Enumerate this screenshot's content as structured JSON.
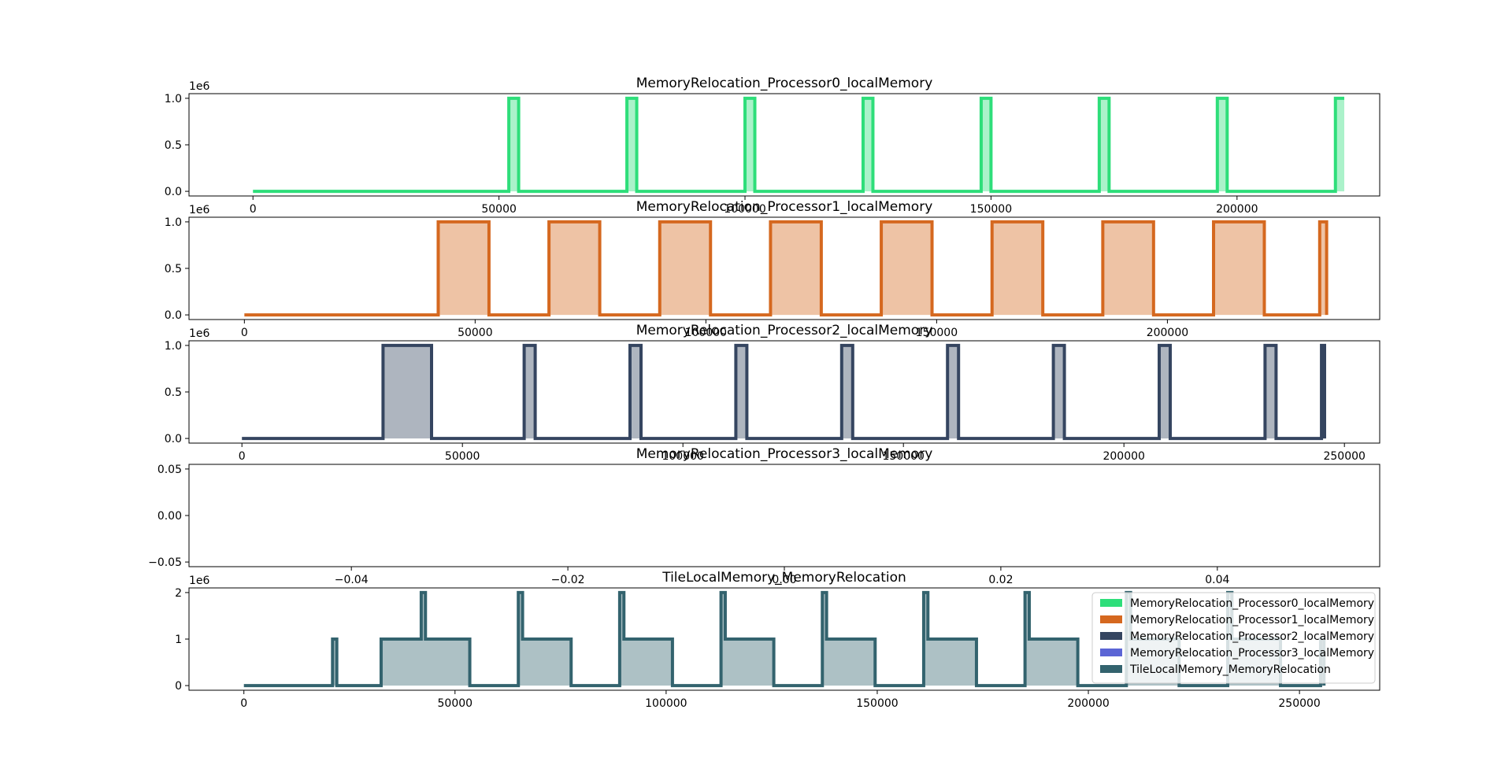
{
  "colors": {
    "p0": "#2ede7a",
    "p1": "#d5681f",
    "p2": "#354560",
    "p3": "#5b65d5",
    "tile": "#33636e"
  },
  "chart_data": [
    {
      "type": "area",
      "title": "MemoryRelocation_Processor0_localMemory",
      "offset_label": "1e6",
      "color": "#2ede7a",
      "xlim": [
        -13000,
        229000
      ],
      "ylim": [
        -0.05,
        1.05
      ],
      "xticks": [
        0,
        50000,
        100000,
        150000,
        200000
      ],
      "xtick_labels": [
        "0",
        "50000",
        "100000",
        "150000",
        "200000"
      ],
      "yticks": [
        0,
        0.5,
        1
      ],
      "ytick_labels": [
        "0.0",
        "0.5",
        "1.0"
      ],
      "series": [
        {
          "name": "MemoryRelocation_Processor0_localMemory",
          "type": "step",
          "x": [
            0,
            52000,
            54000,
            76000,
            78000,
            100000,
            102000,
            124000,
            126000,
            148000,
            150000,
            172000,
            174000,
            196000,
            198000,
            220000,
            221800
          ],
          "y": [
            0,
            1,
            0,
            1,
            0,
            1,
            0,
            1,
            0,
            1,
            0,
            1,
            0,
            1,
            0,
            1,
            1
          ]
        }
      ]
    },
    {
      "type": "area",
      "title": "MemoryRelocation_Processor1_localMemory",
      "offset_label": "1e6",
      "color": "#d5681f",
      "xlim": [
        -12000,
        246000
      ],
      "ylim": [
        -0.05,
        1.05
      ],
      "xticks": [
        0,
        50000,
        100000,
        150000,
        200000
      ],
      "xtick_labels": [
        "0",
        "50000",
        "100000",
        "150000",
        "200000"
      ],
      "yticks": [
        0,
        0.5,
        1
      ],
      "ytick_labels": [
        "0.0",
        "0.5",
        "1.0"
      ],
      "series": [
        {
          "name": "MemoryRelocation_Processor1_localMemory",
          "type": "step",
          "x": [
            0,
            42000,
            53000,
            66000,
            77000,
            90000,
            101000,
            114000,
            125000,
            138000,
            149000,
            162000,
            173000,
            186000,
            197000,
            210000,
            221000,
            233000,
            234500
          ],
          "y": [
            0,
            1,
            0,
            1,
            0,
            1,
            0,
            1,
            0,
            1,
            0,
            1,
            0,
            1,
            0,
            1,
            0,
            1,
            0
          ]
        }
      ]
    },
    {
      "type": "area",
      "title": "MemoryRelocation_Processor2_localMemory",
      "offset_label": "1e6",
      "color": "#354560",
      "xlim": [
        -12000,
        258000
      ],
      "ylim": [
        -0.05,
        1.05
      ],
      "xticks": [
        0,
        50000,
        100000,
        150000,
        200000,
        250000
      ],
      "xtick_labels": [
        "0",
        "50000",
        "100000",
        "150000",
        "200000",
        "250000"
      ],
      "yticks": [
        0,
        0.5,
        1
      ],
      "ytick_labels": [
        "0.0",
        "0.5",
        "1.0"
      ],
      "series": [
        {
          "name": "MemoryRelocation_Processor2_localMemory",
          "type": "step",
          "x": [
            0,
            32000,
            43000,
            64000,
            66500,
            88000,
            90500,
            112000,
            114500,
            136000,
            138500,
            160000,
            162500,
            184000,
            186500,
            208000,
            210500,
            232000,
            234500,
            244800,
            245500
          ],
          "y": [
            0,
            1,
            0,
            1,
            0,
            1,
            0,
            1,
            0,
            1,
            0,
            1,
            0,
            1,
            0,
            1,
            0,
            1,
            0,
            1,
            0
          ]
        }
      ]
    },
    {
      "type": "line",
      "title": "MemoryRelocation_Processor3_localMemory",
      "offset_label": "",
      "color": "#5b65d5",
      "xlim": [
        -0.055,
        0.055
      ],
      "ylim": [
        -0.055,
        0.055
      ],
      "xticks": [
        -0.04,
        -0.02,
        0.0,
        0.02,
        0.04
      ],
      "xtick_labels": [
        "−0.04",
        "−0.02",
        "0.00",
        "0.02",
        "0.04"
      ],
      "yticks": [
        -0.05,
        0.0,
        0.05
      ],
      "ytick_labels": [
        "−0.05",
        "0.00",
        "0.05"
      ],
      "series": [
        {
          "name": "MemoryRelocation_Processor3_localMemory",
          "type": "step",
          "x": [],
          "y": []
        }
      ]
    },
    {
      "type": "area",
      "title": "TileLocalMemory_MemoryRelocation",
      "offset_label": "1e6",
      "color": "#33636e",
      "xlim": [
        -13000,
        269000
      ],
      "ylim": [
        -0.1,
        2.1
      ],
      "xticks": [
        0,
        50000,
        100000,
        150000,
        200000,
        250000
      ],
      "xtick_labels": [
        "0",
        "50000",
        "100000",
        "150000",
        "200000",
        "250000"
      ],
      "yticks": [
        0,
        1,
        2
      ],
      "ytick_labels": [
        "0",
        "1",
        "2"
      ],
      "legend_position": "upper-right",
      "series": [
        {
          "name": "TileLocalMemory_MemoryRelocation",
          "type": "step",
          "x": [
            0,
            21000,
            22000,
            32500,
            42000,
            43000,
            53500,
            65000,
            66000,
            77500,
            89000,
            90000,
            101500,
            113000,
            114000,
            125500,
            137000,
            138000,
            149500,
            161000,
            162000,
            173500,
            185000,
            186000,
            197500,
            209000,
            210000,
            221500,
            233000,
            234000,
            245500,
            255000,
            255800
          ],
          "y": [
            0,
            1,
            0,
            1,
            2,
            1,
            0,
            2,
            1,
            0,
            2,
            1,
            0,
            2,
            1,
            0,
            2,
            1,
            0,
            2,
            1,
            0,
            2,
            1,
            0,
            2,
            1,
            0,
            2,
            1,
            0,
            1,
            0
          ]
        }
      ]
    }
  ],
  "legend": [
    {
      "label": "MemoryRelocation_Processor0_localMemory",
      "color": "#2ede7a"
    },
    {
      "label": "MemoryRelocation_Processor1_localMemory",
      "color": "#d5681f"
    },
    {
      "label": "MemoryRelocation_Processor2_localMemory",
      "color": "#354560"
    },
    {
      "label": "MemoryRelocation_Processor3_localMemory",
      "color": "#5b65d5"
    },
    {
      "label": "TileLocalMemory_MemoryRelocation",
      "color": "#33636e"
    }
  ]
}
